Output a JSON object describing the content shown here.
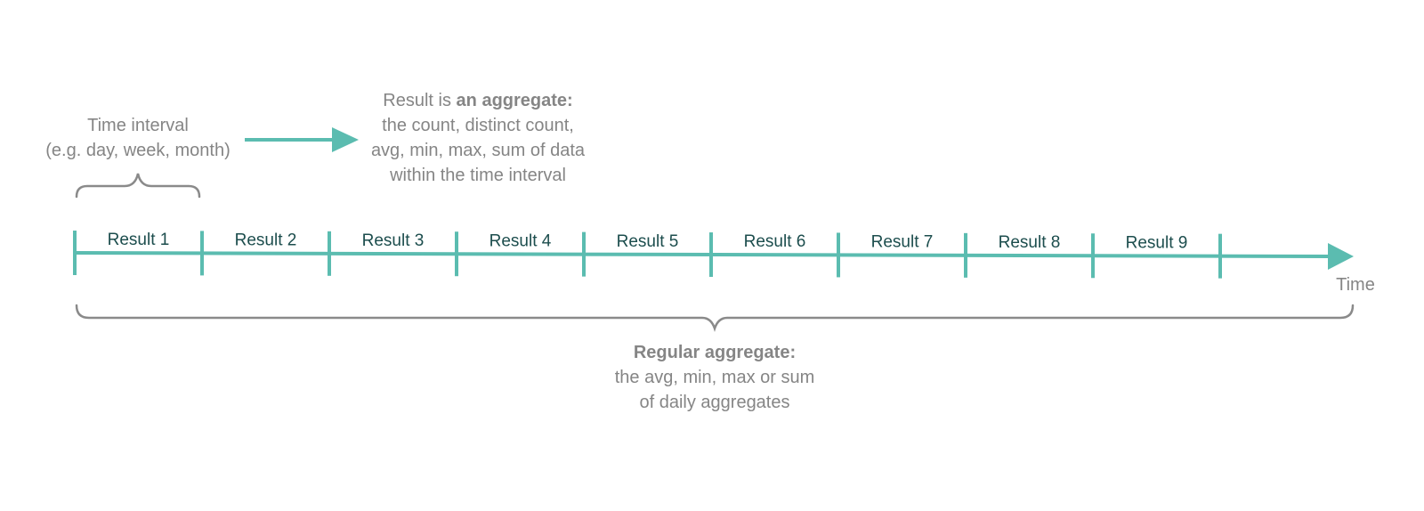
{
  "colors": {
    "accent": "#5bbcb0",
    "bracket": "#8a8a8a",
    "text_gray": "#858585",
    "label_dark": "#1c4d4d"
  },
  "interval_label": {
    "line1": "Time interval",
    "line2": "(e.g. day, week, month)"
  },
  "aggregate_note": {
    "line1_prefix": "Result is ",
    "line1_bold": "an aggregate:",
    "line2": "the count, distinct count,",
    "line3": "avg, min, max, sum of data",
    "line4": "within the time interval"
  },
  "timeline": {
    "axis_label": "Time",
    "results": [
      "Result 1",
      "Result 2",
      "Result 3",
      "Result 4",
      "Result 5",
      "Result 6",
      "Result 7",
      "Result 8",
      "Result 9"
    ]
  },
  "regular_aggregate": {
    "title": "Regular aggregate:",
    "line2": "the avg, min, max or sum",
    "line3": "of daily aggregates"
  }
}
